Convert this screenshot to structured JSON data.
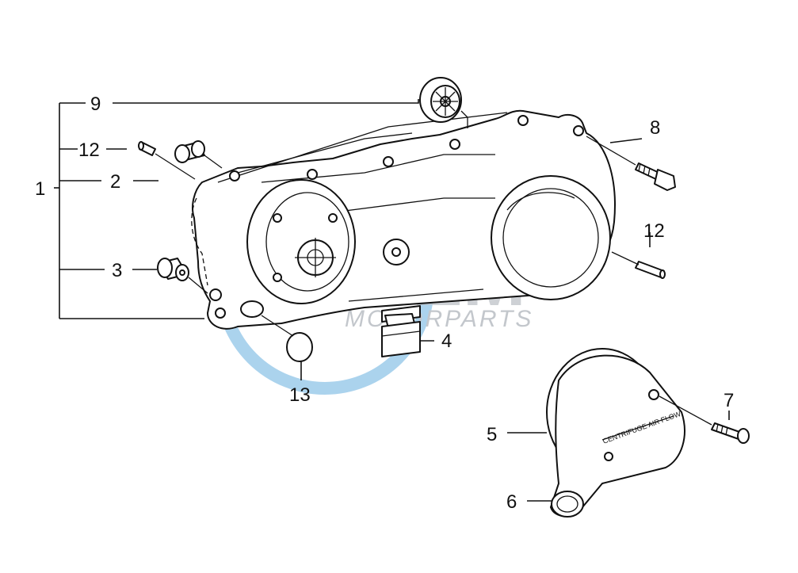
{
  "watermark": {
    "brand": "OEM",
    "tagline": "MOTORPARTS",
    "colors": {
      "ring": "#4aa0d8",
      "text": "#b9bec4"
    }
  },
  "callouts": {
    "c1": "1",
    "c2": "2",
    "c3": "3",
    "c4": "4",
    "c5": "5",
    "c6": "6",
    "c7": "7",
    "c8": "8",
    "c9": "9",
    "c12a": "12",
    "c12b": "12",
    "c13": "13"
  },
  "part_notes": {
    "air_duct_text": "CENTRIFUGE AIR FLOW"
  }
}
